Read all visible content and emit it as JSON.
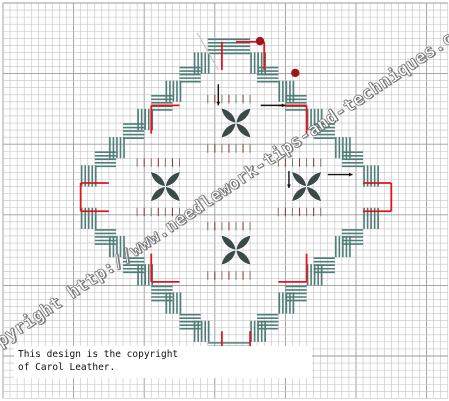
{
  "watermark": {
    "text": "copyright http://www.needlework-tips-and-techniques.com"
  },
  "copyright_note": {
    "line1": "This design is the copyright",
    "line2": "of Carol Leather."
  },
  "colors": {
    "grid_minor": "#c3c3c3",
    "grid_major": "#9a9a9a",
    "kloster": "#4f7f78",
    "outline_red": "#e0141c",
    "dove_eye": "#3a4a48",
    "dot_red": "#9a3a3a",
    "bead": "#a0151c",
    "arrow": "#111111",
    "needle": "#c8c8c8"
  },
  "icons": [
    "bead-icon",
    "needle-icon",
    "arrow-icon",
    "dove-eye-motif-icon"
  ]
}
